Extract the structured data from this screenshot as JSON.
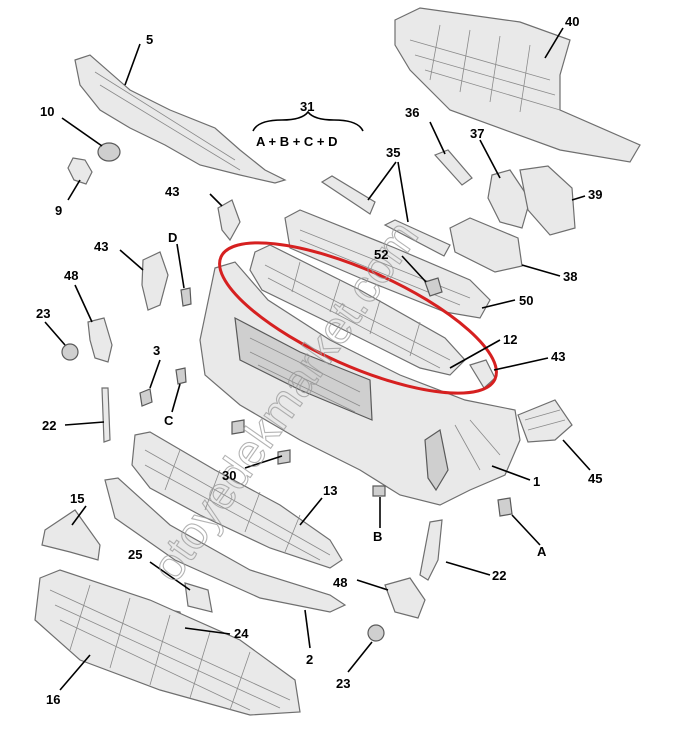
{
  "labels": {
    "p1": "1",
    "p2": "2",
    "p3": "3",
    "p5": "5",
    "p9": "9",
    "p10": "10",
    "p12": "12",
    "p13": "13",
    "p15": "15",
    "p16": "16",
    "p22a": "22",
    "p22b": "22",
    "p23a": "23",
    "p23b": "23",
    "p24": "24",
    "p25": "25",
    "p30": "30",
    "p31": "31",
    "p35": "35",
    "p36": "36",
    "p37": "37",
    "p38": "38",
    "p39": "39",
    "p40": "40",
    "p43a": "43",
    "p43b": "43",
    "p43c": "43",
    "p45": "45",
    "p48a": "48",
    "p48b": "48",
    "p50": "50",
    "p52": "52",
    "pA": "A",
    "pB": "B",
    "pC": "C",
    "pD": "D"
  },
  "formula": "A + B + C + D",
  "watermark": "otoyedekmarket.com",
  "colors": {
    "highlight": "#d62020",
    "part_fill": "#e9e9e9",
    "part_stroke": "#6f6f6f"
  }
}
